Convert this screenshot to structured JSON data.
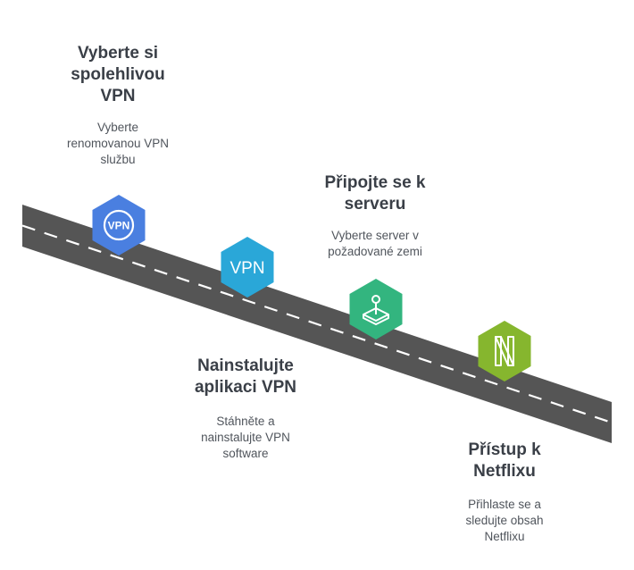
{
  "colors": {
    "road": "#555555",
    "road_dash": "#ffffff",
    "step1_hex": "#4a7fe0",
    "step2_hex": "#2aa7d8",
    "step3_hex": "#33b57f",
    "step4_hex": "#86b62e"
  },
  "steps": [
    {
      "title": "Vyberte si spolehlivou VPN",
      "title_lines": [
        "Vyberte si",
        "spolehlivou",
        "VPN"
      ],
      "desc_lines": [
        "Vyberte",
        "renomovanou VPN",
        "službu"
      ],
      "icon": "vpn-badge-icon",
      "icon_text": "VPN"
    },
    {
      "title": "Nainstalujte aplikaci VPN",
      "title_lines": [
        "Nainstalujte",
        "aplikaci VPN"
      ],
      "desc_lines": [
        "Stáhněte a",
        "nainstalujte VPN",
        "software"
      ],
      "icon": "vpn-text-icon",
      "icon_text": "VPN"
    },
    {
      "title": "Připojte se k serveru",
      "title_lines": [
        "Připojte se k",
        "serveru"
      ],
      "desc_lines": [
        "Vyberte server v",
        "požadované zemi"
      ],
      "icon": "map-pin-icon"
    },
    {
      "title": "Přístup k Netflixu",
      "title_lines": [
        "Přístup k",
        "Netflixu"
      ],
      "desc_lines": [
        "Přihlaste se a",
        "sledujte obsah",
        "Netflixu"
      ],
      "icon": "netflix-icon"
    }
  ]
}
